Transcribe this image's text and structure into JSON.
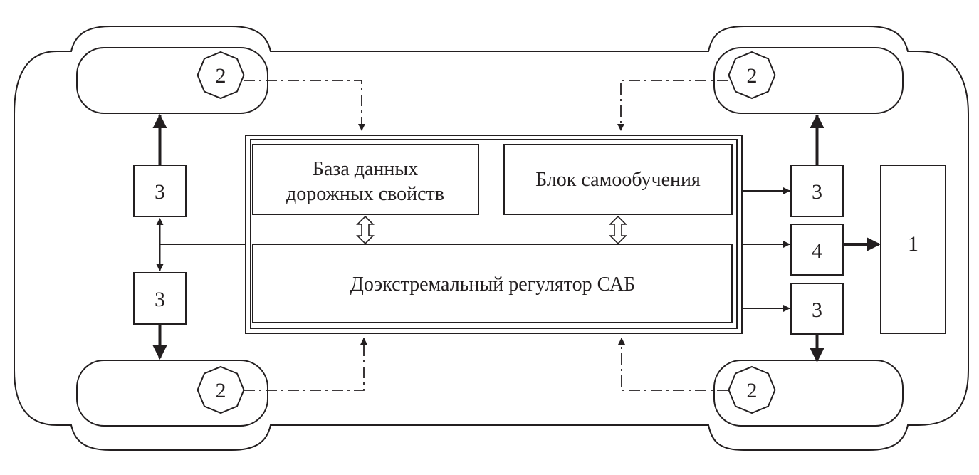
{
  "diagram": {
    "colors": {
      "stroke": "#231f20",
      "background": "#ffffff"
    },
    "blocks": {
      "database_line1": "База данных",
      "database_line2": "дорожных свойств",
      "selflearning": "Блок самообучения",
      "regulator": "Доэкстремальный регулятор САБ"
    },
    "units": {
      "unit1": "1",
      "sensor": "2",
      "actuator": "3",
      "unit4": "4"
    }
  }
}
